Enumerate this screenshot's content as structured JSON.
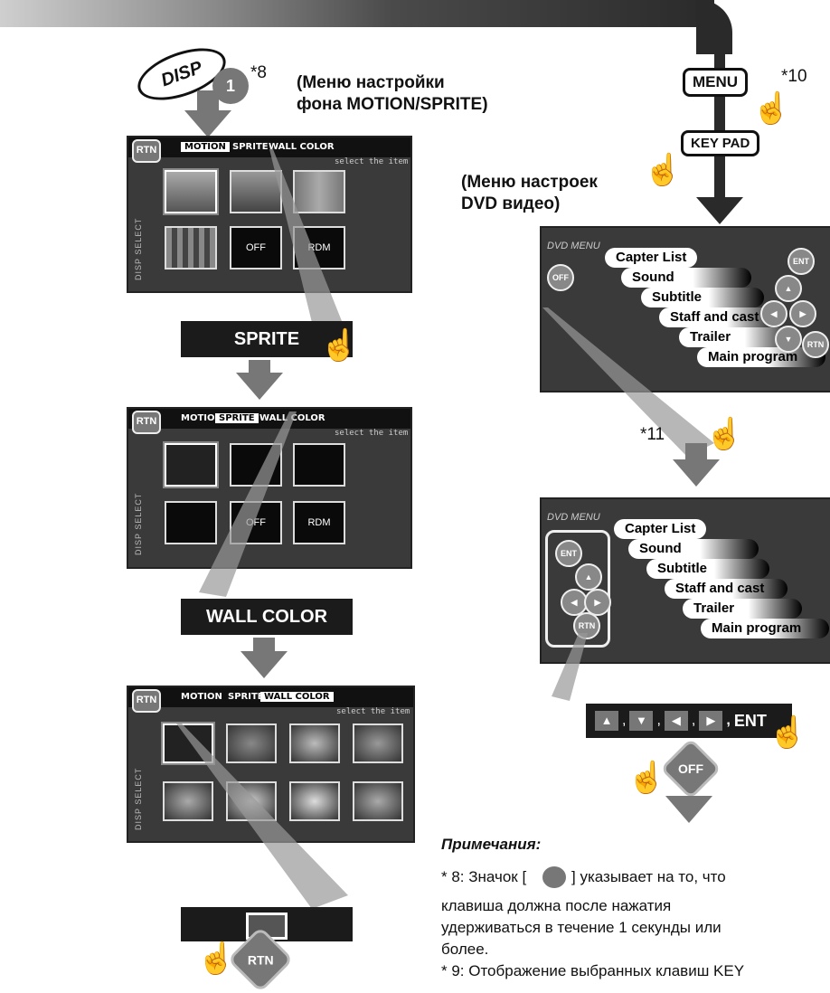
{
  "star8": "*8",
  "star10": "*10",
  "star11": "*11",
  "disp_key": "DISP",
  "disp_digit": "1",
  "caption_left": [
    "(Меню настройки",
    "фона MOTION/SPRITE)"
  ],
  "caption_right": [
    "(Меню настроек",
    "DVD видео)"
  ],
  "menu_key": "MENU",
  "keypad_key": "KEY PAD",
  "screens": {
    "rtn": "RTN",
    "tabs": [
      "MOTION",
      "SPRITE",
      "WALL COLOR"
    ],
    "select_hint": "select the item",
    "side_label": "DISP SELECT",
    "screen1_thumbs": [
      "",
      "",
      "",
      "",
      "OFF",
      "RDM"
    ],
    "screen2_thumbs": [
      "",
      "",
      "",
      "",
      "OFF",
      "RDM"
    ]
  },
  "sprite_bar": "SPRITE",
  "wallcolor_bar": "WALL COLOR",
  "dvd": {
    "logo": "DVD MENU",
    "items": [
      "Capter List",
      "Sound",
      "Subtitle",
      "Staff and cast",
      "Trailer",
      "Main program"
    ],
    "ent": "ENT",
    "off": "OFF",
    "rtn": "RTN"
  },
  "key_row": [
    "▲",
    "▼",
    "◀",
    "▶"
  ],
  "key_row_ent": "ENT",
  "off_label": "OFF",
  "rtn_label": "RTN",
  "notes_title": "Примечания:",
  "note_lines": [
    "* 8: Значок [",
    "] указывает на то, что",
    "клавиша должна после нажатия",
    "удерживаться в течение 1 секунды или",
    "более.",
    "* 9: Отображение выбранных клавиш KEY"
  ]
}
